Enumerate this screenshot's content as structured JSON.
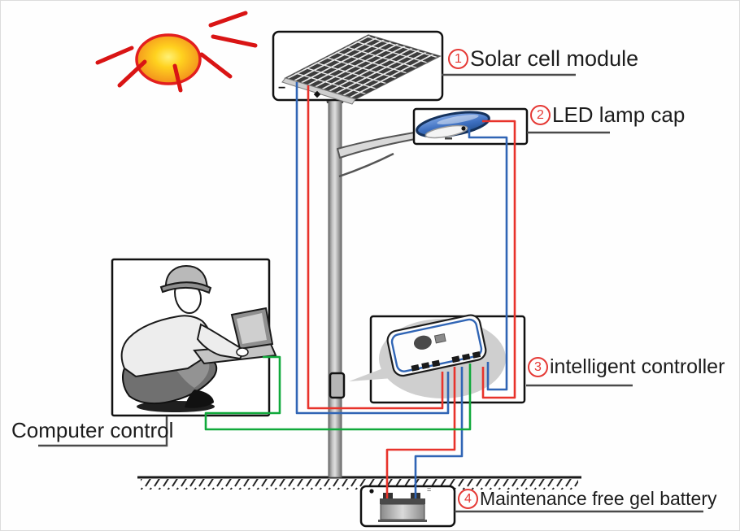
{
  "labels": {
    "solar": {
      "num": "1",
      "text": "Solar cell module"
    },
    "led": {
      "num": "2",
      "text": "LED lamp cap"
    },
    "controller": {
      "num": "3",
      "text": "intelligent controller"
    },
    "battery": {
      "num": "4",
      "text": "Maintenance free gel battery"
    },
    "computer": {
      "text": "Computer control"
    }
  },
  "marks": {
    "panel_minus": "−",
    "battery_terminals": "="
  },
  "colors": {
    "wire_positive_red": "#e8332b",
    "wire_negative_blue": "#3065b5",
    "wire_data_green": "#10a93b",
    "label_number_red": "#e53935",
    "sun_center": "#ffe14a",
    "sun_edge": "#f08a18",
    "sun_ray_red": "#d91414",
    "lamp_blue": "#3d6fc0",
    "outline_black": "#111111"
  }
}
